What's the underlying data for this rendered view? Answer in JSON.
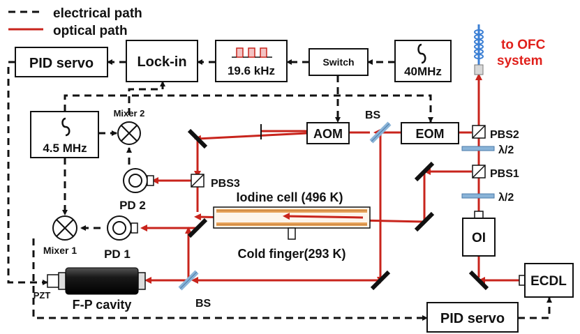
{
  "legend": {
    "electrical": "electrical path",
    "optical": "optical path"
  },
  "colors": {
    "optical": "#c8241c",
    "electrical": "#111111",
    "fiber": "#3b7fd4",
    "cell": "#e9a55c",
    "target": "#e0201b"
  },
  "labels": {
    "pid_servo_top": "PID servo",
    "lock_in": "Lock-in",
    "mod_freq": "19.6 kHz",
    "switch": "Switch",
    "rf_40": "40MHz",
    "to_ofc_line1": "to OFC",
    "to_ofc_line2": "system",
    "mixer2": "Mixer 2",
    "osc_45": "4.5 MHz",
    "aom": "AOM",
    "bs_top": "BS",
    "eom": "EOM",
    "pbs2": "PBS2",
    "half_wave_top": "λ/2",
    "pbs1": "PBS1",
    "half_wave_mid": "λ/2",
    "pd2": "PD 2",
    "pbs3": "PBS3",
    "iodine_cell": "Iodine cell (496 K)",
    "cold_finger": "Cold finger(293 K)",
    "mixer1": "Mixer 1",
    "pd1": "PD 1",
    "oi": "OI",
    "pzt": "PZT",
    "fp_cavity": "F-P cavity",
    "bs_bottom": "BS",
    "ecdl": "ECDL",
    "pid_servo_bottom": "PID servo"
  },
  "icons": [
    "sine-wave-icon",
    "square-pulse-icon",
    "mixer-icon",
    "photodiode-icon",
    "fiber-coil-icon",
    "mirror-icon",
    "beam-splitter-icon"
  ]
}
